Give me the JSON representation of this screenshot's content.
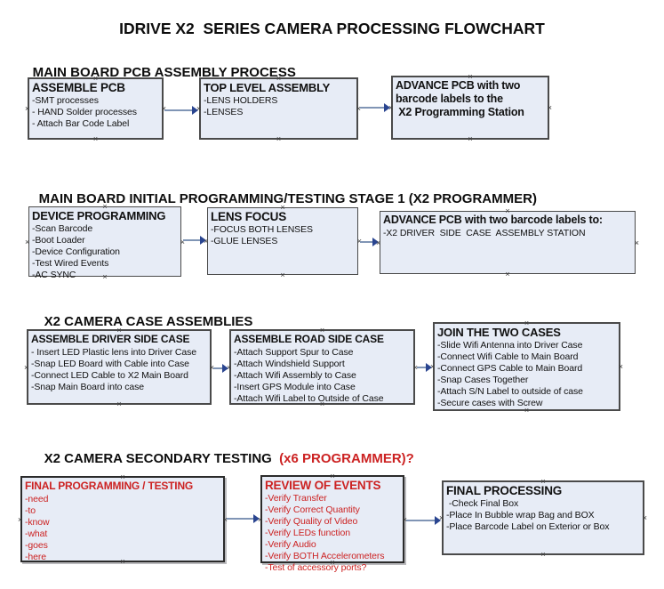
{
  "glyphs": {
    "handle": "×"
  },
  "colors": {
    "box_fill": "#e7ecf6",
    "box_border": "#4a4a4a",
    "red_text": "#cc2222",
    "arrow_shaft": "#8095b5",
    "arrow_head": "#2a4590",
    "background": "#ffffff"
  },
  "title": "IDRIVE X2  SERIES CAMERA PROCESSING FLOWCHART",
  "sections": [
    {
      "heading": "MAIN BOARD PCB ASSEMBLY PROCESS",
      "heading_red": "",
      "boxes": [
        {
          "title": "ASSEMBLE PCB",
          "items": [
            "-SMT processes",
            "- HAND Solder processes",
            "- Attach Bar Code Label"
          ]
        },
        {
          "title": "TOP LEVEL ASSEMBLY",
          "items": [
            "-LENS HOLDERS",
            "-LENSES"
          ]
        },
        {
          "title": "ADVANCE PCB with two barcode labels to the\n X2 Programming Station",
          "items": []
        }
      ]
    },
    {
      "heading": "MAIN BOARD INITIAL PROGRAMMING/TESTING STAGE 1 (X2 PROGRAMMER)",
      "heading_red": "",
      "boxes": [
        {
          "title": "DEVICE PROGRAMMING",
          "items": [
            "-Scan Barcode",
            "-Boot Loader",
            "-Device Configuration",
            "-Test Wired Events",
            "-AC SYNC"
          ]
        },
        {
          "title": "LENS FOCUS",
          "items": [
            "-FOCUS BOTH LENSES",
            "-GLUE LENSES"
          ]
        },
        {
          "title": "ADVANCE PCB with two barcode labels to:",
          "items": [
            "-X2 DRIVER  SIDE  CASE  ASSEMBLY STATION"
          ]
        }
      ]
    },
    {
      "heading": "X2 CAMERA CASE ASSEMBLIES",
      "heading_red": "",
      "boxes": [
        {
          "title": "ASSEMBLE DRIVER SIDE CASE",
          "items": [
            "- Insert LED Plastic lens into Driver Case",
            "-Snap LED Board with Cable into Case",
            "-Connect LED Cable to X2 Main Board",
            "-Snap Main Board into case"
          ]
        },
        {
          "title": "ASSEMBLE ROAD SIDE CASE",
          "items": [
            "-Attach Support Spur to Case",
            "-Attach Windshield Support",
            "-Attach Wifi Assembly to Case",
            "-Insert GPS Module into Case",
            "-Attach Wifi Label to Outside of Case"
          ]
        },
        {
          "title": "JOIN THE TWO CASES",
          "items": [
            "-Slide Wifi Antenna into Driver Case",
            "-Connect Wifi Cable to Main Board",
            "-Connect GPS Cable to Main Board",
            "-Snap Cases Together",
            "-Attach S/N Label to outside of case",
            "-Secure cases with Screw"
          ]
        }
      ]
    },
    {
      "heading": "X2 CAMERA SECONDARY TESTING ",
      "heading_red": " (x6 PROGRAMMER)?",
      "boxes": [
        {
          "title": "FINAL PROGRAMMING / TESTING",
          "items": [
            "-need",
            "-to",
            "-know",
            "-what",
            "-goes",
            "-here"
          ]
        },
        {
          "title": "REVIEW OF EVENTS",
          "items": [
            "-Verify Transfer",
            "-Verify Correct Quantity",
            "-Verify Quality of Video",
            "-Verify LEDs function",
            "-Verify Audio",
            "-Verify BOTH Accelerometers",
            "-Test of accessory ports?"
          ]
        },
        {
          "title": "FINAL PROCESSING",
          "items": [
            " -Check Final Box",
            "-Place In Bubble wrap Bag and BOX",
            "-Place Barcode Label on Exterior or Box"
          ]
        }
      ]
    }
  ]
}
